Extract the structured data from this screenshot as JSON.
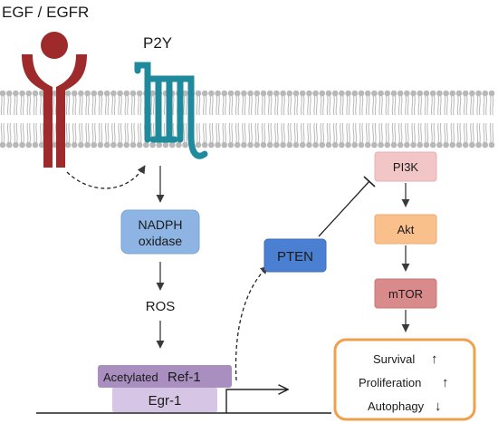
{
  "labels": {
    "egf_egfr": "EGF / EGFR",
    "p2y": "P2Y"
  },
  "nodes": {
    "nadph_line1": "NADPH",
    "nadph_line2": "oxidase",
    "ros": "ROS",
    "acetylated_prefix": "Acetylated",
    "acetylated_main": "Ref-1",
    "egr1": "Egr-1",
    "pten": "PTEN",
    "pi3k": "PI3K",
    "akt": "Akt",
    "mtor": "mTOR"
  },
  "outcomes": [
    {
      "label": "Survival",
      "arrow": "↑"
    },
    {
      "label": "Proliferation",
      "arrow": "↑"
    },
    {
      "label": "Autophagy",
      "arrow": "↓"
    }
  ],
  "colors": {
    "egfr_receptor": "#9e2a2b",
    "p2y_receptor": "#1f8a9c",
    "membrane_lipid": "#b8b8b8",
    "nadph_box": "#8db4e2",
    "pten_box": "#4a7fd1",
    "ref1_box": "#a88fbf",
    "egr1_box": "#d6c5e4",
    "pi3k_box": "#f2c6c6",
    "akt_box": "#f9c08b",
    "mtor_box": "#d98a8a",
    "outcome_border": "#f0a04b"
  }
}
